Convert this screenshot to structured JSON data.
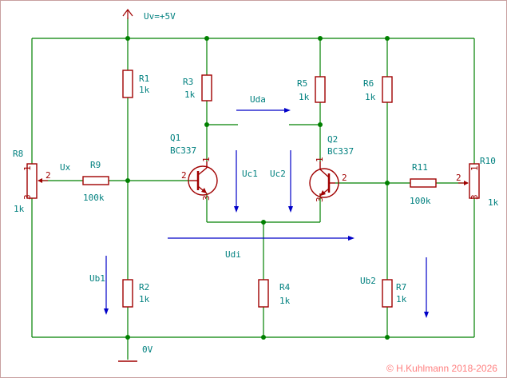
{
  "power": {
    "supply": "Uv=+5V",
    "ground": "0V"
  },
  "components": {
    "r1": {
      "ref": "R1",
      "value": "1k"
    },
    "r2": {
      "ref": "R2",
      "value": "1k"
    },
    "r3": {
      "ref": "R3",
      "value": "1k"
    },
    "r4": {
      "ref": "R4",
      "value": "1k"
    },
    "r5": {
      "ref": "R5",
      "value": "1k"
    },
    "r6": {
      "ref": "R6",
      "value": "1k"
    },
    "r7": {
      "ref": "R7",
      "value": "1k"
    },
    "r8": {
      "ref": "R8",
      "value": "1k"
    },
    "r9": {
      "ref": "R9",
      "value": "100k"
    },
    "r10": {
      "ref": "R10",
      "value": "1k"
    },
    "r11": {
      "ref": "R11",
      "value": "100k"
    },
    "q1": {
      "ref": "Q1",
      "value": "BC337"
    },
    "q2": {
      "ref": "Q2",
      "value": "BC337"
    }
  },
  "pins": {
    "p1": "1",
    "p2": "2",
    "p3": "3"
  },
  "voltages": {
    "ux": "Ux",
    "uda": "Uda",
    "uc1": "Uc1",
    "uc2": "Uc2",
    "udi": "Udi",
    "ub1": "Ub1",
    "ub2": "Ub2"
  },
  "colors": {
    "wire": "#008000",
    "component": "#a00000",
    "label": "#00807f",
    "arrow": "#0000c8",
    "copyright": "#ff7f7f"
  },
  "copyright": "© H.Kuhlmann 2018-2026"
}
